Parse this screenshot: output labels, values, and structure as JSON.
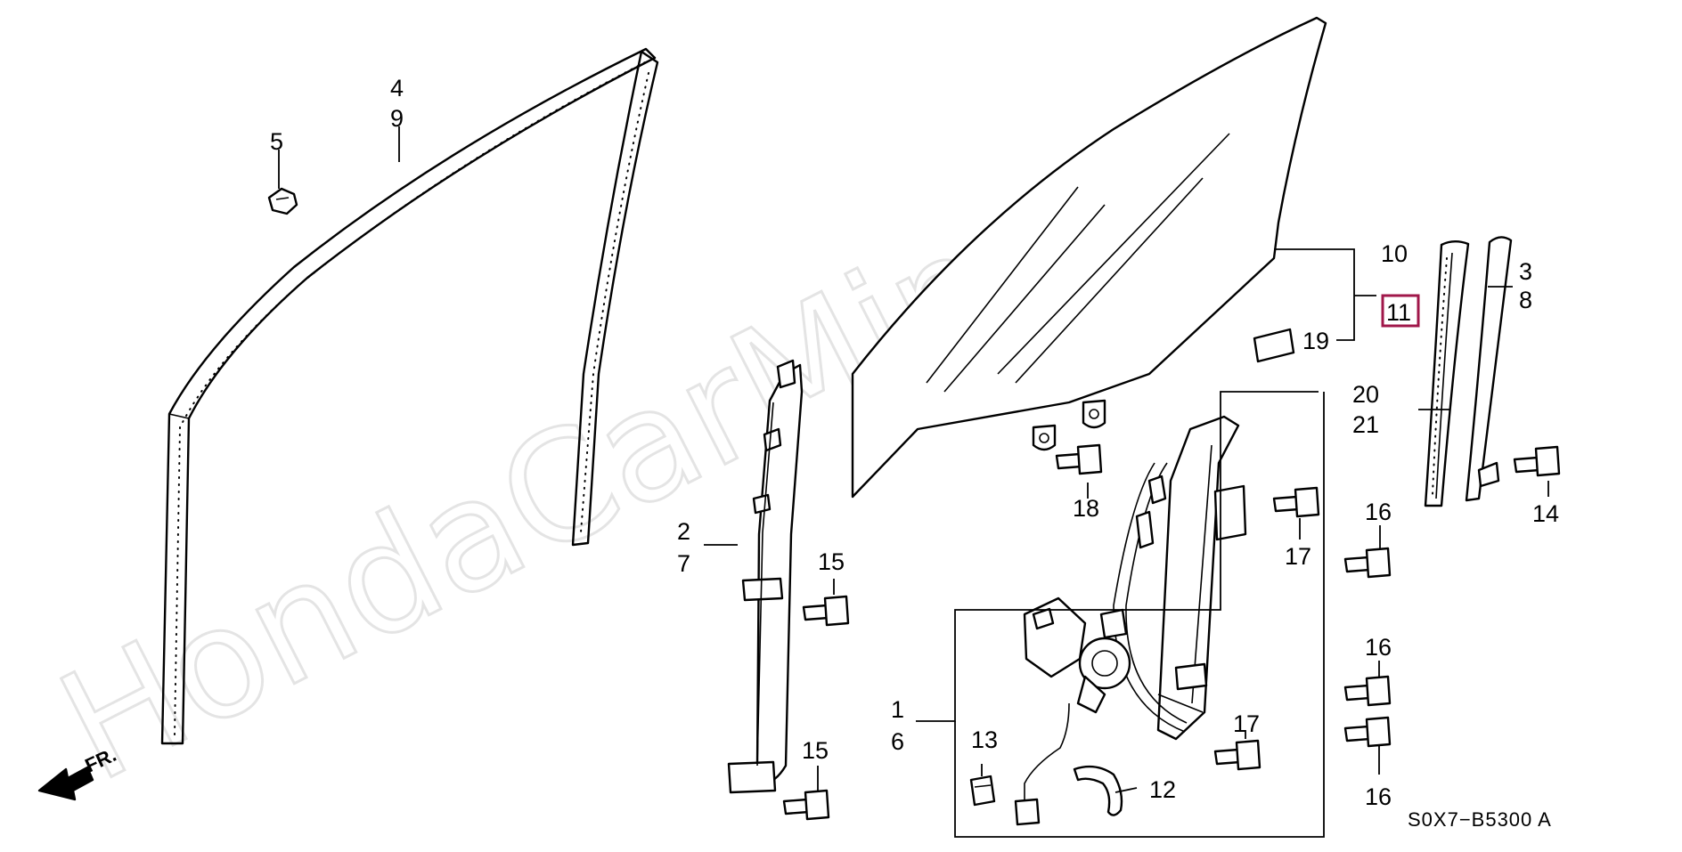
{
  "watermark": "HondaCarMine.ru",
  "direction_label": "FR.",
  "diagram_code": "S0X7−B5300 A",
  "highlight_color": "#a0174a",
  "callouts": {
    "c4": "4",
    "c9": "9",
    "c5": "5",
    "c10": "10",
    "c11": "11",
    "c19": "19",
    "c3": "3",
    "c8": "8",
    "c20": "20",
    "c21": "21",
    "c2": "2",
    "c7": "7",
    "c15a": "15",
    "c15b": "15",
    "c18": "18",
    "c17a": "17",
    "c17b": "17",
    "c16a": "16",
    "c16b": "16",
    "c16c": "16",
    "c14": "14",
    "c1": "1",
    "c6": "6",
    "c13": "13",
    "c12": "12"
  }
}
